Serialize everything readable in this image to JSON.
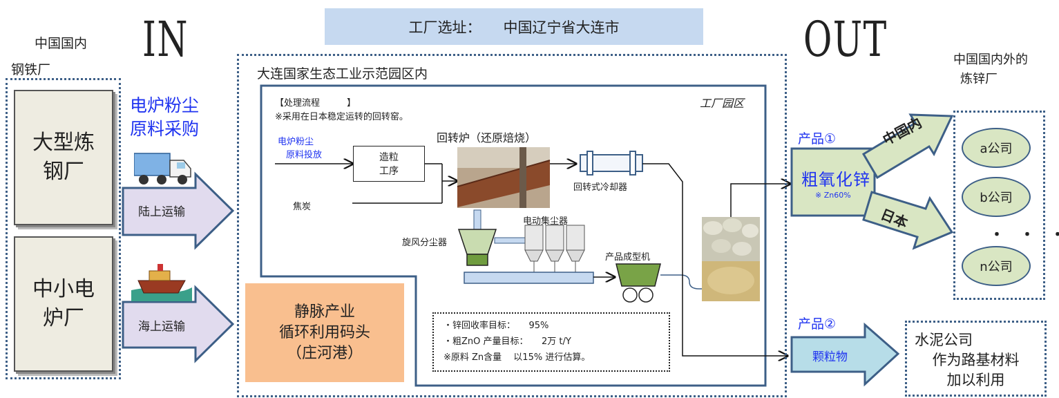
{
  "site_banner": {
    "label": "工厂选址：",
    "value": "中国辽宁省大连市"
  },
  "in_label": "IN",
  "out_label": "OUT",
  "suppliers": {
    "header_line1": "中国国内",
    "header_line2": "钢铁厂",
    "large_mill": [
      "大型炼",
      "钢厂"
    ],
    "small_mill": [
      "中小电",
      "炉厂"
    ]
  },
  "procurement": [
    "电炉粉尘",
    "原料采购"
  ],
  "transport": {
    "land": "陆上运输",
    "sea": "海上运输"
  },
  "park": {
    "title": "大连国家生态工业示范园区内",
    "factory_area": "工厂园区"
  },
  "process": {
    "heading": "【处理流程　　　】",
    "note": "※采用在日本稳定运转的回转窑。",
    "input_dust": [
      "电炉粉尘",
      "原料投放"
    ],
    "coke": "焦炭",
    "granulation": [
      "造粒",
      "工序"
    ],
    "rotary_kiln": "回转炉（还原焙烧）",
    "rotary_cooler": "回转式冷却器",
    "cyclone": "旋风分尘器",
    "electrostatic": "电动集尘器",
    "forming_machine": "产品成型机"
  },
  "port": [
    "静脉产业",
    "循环利用码头",
    "（庄河港）"
  ],
  "targets": {
    "line1": "・锌回收率目标：　　95%",
    "line2": "・粗ZnO 产量目标：　　2万 t/Y",
    "line3": "※原料 Zn含量　 以15% 进行估算。"
  },
  "product1": {
    "label": "产品①",
    "name": "粗氧化锌",
    "spec": "※ Zn60%",
    "domestic": "中国内",
    "japan": "日本"
  },
  "product2": {
    "label": "产品②",
    "name": "颗粒物"
  },
  "smelters": {
    "header_line1": "中国国内外的",
    "header_line2": "炼锌厂",
    "companies": [
      "a公司",
      "b公司",
      "n公司"
    ],
    "ellipsis": "・　・　・"
  },
  "cement": [
    "水泥公司",
    "作为路基材料",
    "加以利用"
  ],
  "colors": {
    "arrow_fill": "#e1dbee",
    "arrow_stroke": "#3d5f87",
    "green": "#d9e6c3",
    "port": "#f9bf8f",
    "banner": "#c6d9f0",
    "blue_text": "#1f33f0"
  }
}
